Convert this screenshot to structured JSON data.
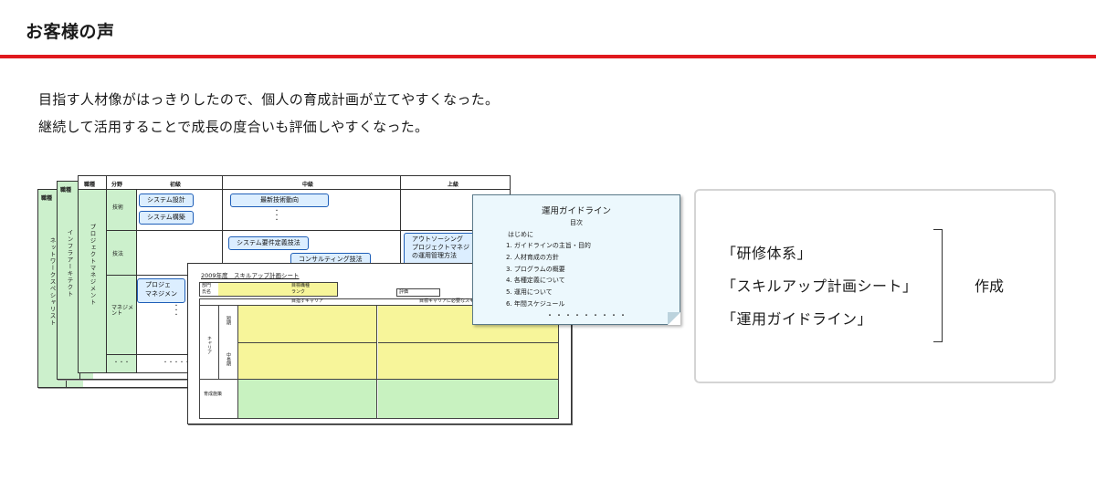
{
  "header": {
    "title": "お客様の声",
    "accent_color": "#e0191e"
  },
  "lead": {
    "line1": "目指す人材像がはっきりしたので、個人の育成計画が立てやすくなった。",
    "line2": "継続して活用することで成長の度合いも評価しやすくなった。"
  },
  "skill_map": {
    "header_job": "職種",
    "header_field": "分野",
    "header_beginner": "初級",
    "header_intermediate": "中級",
    "header_advanced": "上級",
    "back_job_2": "ネットワークスペシャリスト",
    "back_job_1": "インフラアーキテクト",
    "job": "プロジェクトマネジメント",
    "row_tech": "技術",
    "row_method": "技法",
    "row_manage": "マネジメント",
    "row_more": "・・・",
    "course_system_design": "システム設計",
    "course_system_build": "システム構築",
    "course_latest_trend": "最新技術動向",
    "course_requirements": "システム要件定義技法",
    "course_consulting": "コンサルティング技法",
    "course_outsourcing": "アウトソーシング",
    "course_pm_ops": "プロジェクトマネジ",
    "course_ops_method": "の運用管理方法",
    "course_pm_left": "プロジェ",
    "course_pm_left2": "マネジメン",
    "dots_v": "・\n・\n・",
    "dots_h": "・・・・・"
  },
  "plan_sheet": {
    "title": "2009年度　スキルアップ計画シート",
    "label_dept": "部門",
    "label_name": "氏名",
    "label_target": "目標職種",
    "label_rank": "ランク",
    "label_eval": "評価",
    "col_goal": "目指すキャリア",
    "col_needed": "目標キャリアに必要なスキル",
    "row_short": "短期",
    "row_mid": "中長期",
    "row_group": "キャリア",
    "row_training": "育成施策"
  },
  "guide": {
    "title": "運用ガイドライン",
    "toc": "目次",
    "intro": "はじめに",
    "items": [
      "1.  ガイドラインの主旨・目的",
      "2.  人材育成の方針",
      "3.  プログラムの概要",
      "4.  各種定義について",
      "5.  運用について",
      "6.  年間スケジュール"
    ],
    "dots": "・・・・・・・・・"
  },
  "summary": {
    "item1": "「研修体系」",
    "item2": "「スキルアップ計画シート」",
    "item3": "「運用ガイドライン」",
    "result": "作成"
  }
}
